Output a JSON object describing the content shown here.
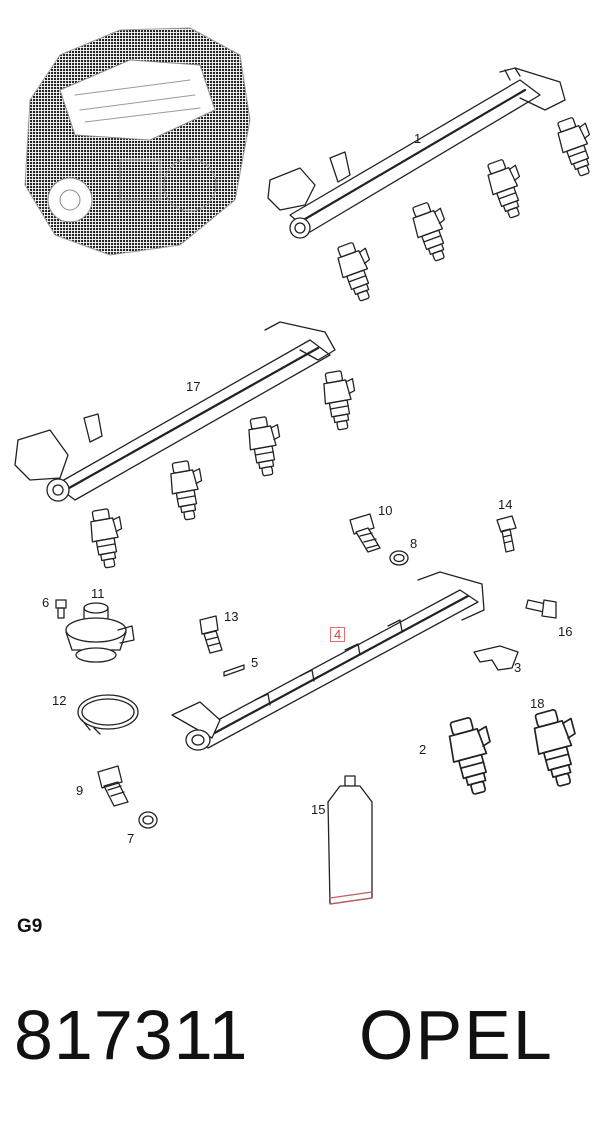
{
  "diagram": {
    "code": "G9",
    "part_number": "817311",
    "brand": "OPEL",
    "callouts": {
      "c1": "1",
      "c2": "2",
      "c3": "3",
      "c4": "4",
      "c5": "5",
      "c6": "6",
      "c7": "7",
      "c8": "8",
      "c9": "9",
      "c10": "10",
      "c11": "11",
      "c12": "12",
      "c13": "13",
      "c14": "14",
      "c15": "15",
      "c16": "16",
      "c17": "17",
      "c18": "18"
    },
    "highlighted_callout": "4",
    "accent_color": "#d04040"
  }
}
